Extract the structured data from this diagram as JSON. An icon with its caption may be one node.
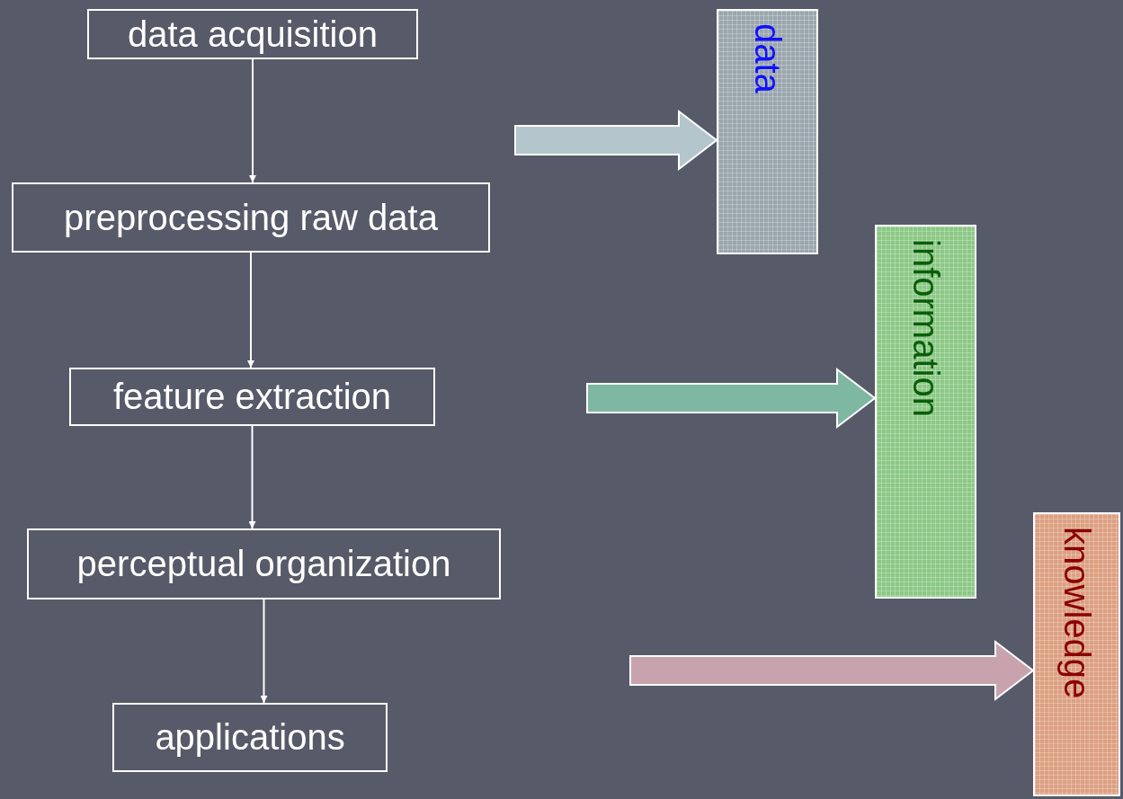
{
  "diagram": {
    "nodes": [
      {
        "text": [
          "data acquisition"
        ]
      },
      {
        "text": [
          "preprocessing raw data"
        ]
      },
      {
        "text": [
          "feature extraction"
        ]
      },
      {
        "text": [
          "perceptual organization"
        ]
      },
      {
        "text": [
          "applications"
        ]
      },
      {
        "text": [
          "data"
        ]
      },
      {
        "text": [
          "information"
        ]
      },
      {
        "text": [
          "knowledge"
        ]
      }
    ],
    "edges": [
      {
        "from": 0,
        "to": 1,
        "arrow": "to"
      },
      {
        "from": 1,
        "to": 2,
        "arrow": "to"
      },
      {
        "from": 2,
        "to": 3,
        "arrow": "to"
      },
      {
        "from": 3,
        "to": 4,
        "arrow": "to"
      },
      {
        "from": null,
        "to": 5,
        "arrow": "to",
        "style": "thick",
        "color": "#b4c6cc"
      },
      {
        "from": null,
        "to": 6,
        "arrow": "to",
        "style": "thick",
        "color": "#7fb8a2"
      },
      {
        "from": null,
        "to": 7,
        "arrow": "to",
        "style": "thick",
        "color": "#c8a3ad"
      }
    ]
  }
}
